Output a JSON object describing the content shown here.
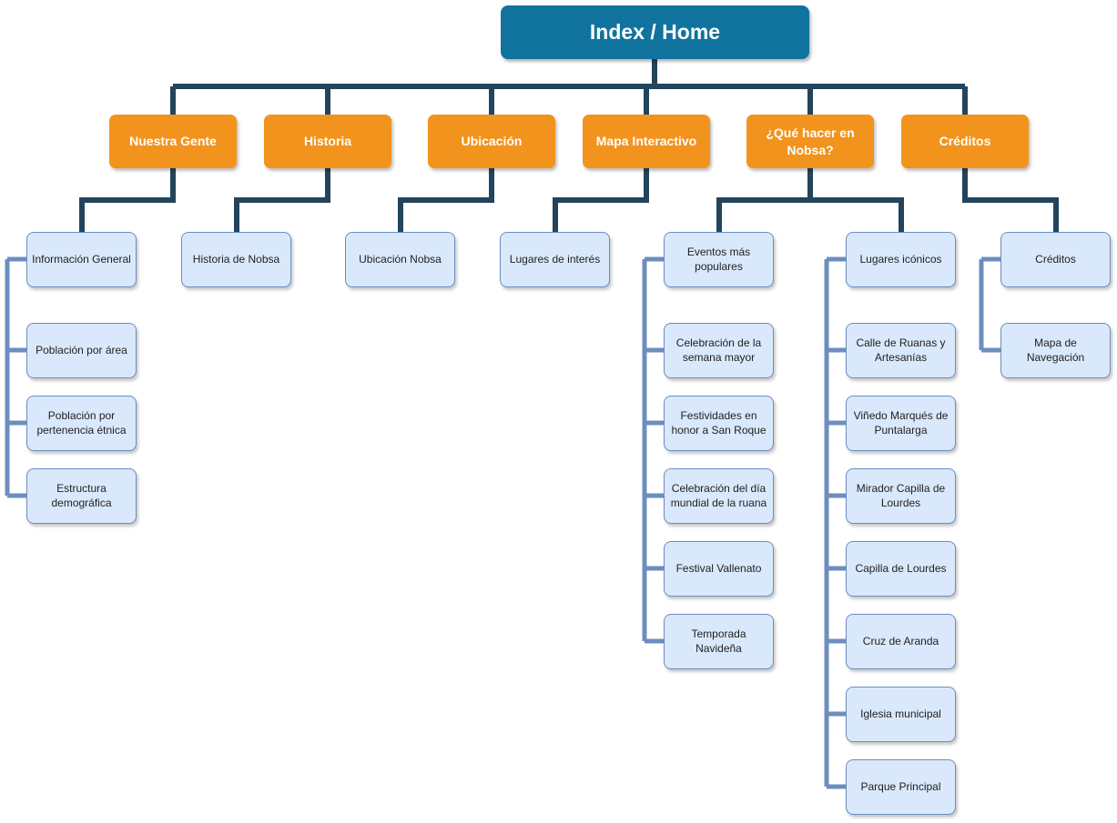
{
  "root": {
    "label": "Index / Home"
  },
  "sections": [
    {
      "label": "Nuestra Gente",
      "children": [
        "Información General",
        "Población por área",
        "Población por pertenencia étnica",
        "Estructura demográfica"
      ]
    },
    {
      "label": "Historia",
      "children": [
        "Historia de Nobsa"
      ]
    },
    {
      "label": "Ubicación",
      "children": [
        "Ubicación Nobsa"
      ]
    },
    {
      "label": "Mapa Interactivo",
      "children": [
        "Lugares de interés"
      ]
    },
    {
      "label": "¿Qué hacer en Nobsa?",
      "groups": [
        {
          "children": [
            "Eventos más populares",
            "Celebración de la semana mayor",
            "Festividades en honor a San Roque",
            "Celebración del día mundial de la ruana",
            "Festival Vallenato",
            "Temporada Navideña"
          ]
        },
        {
          "children": [
            "Lugares icónicos",
            "Calle de Ruanas y Artesanías",
            "Viñedo Marqués de Puntalarga",
            "Mirador Capilla de Lourdes",
            "Capilla de Lourdes",
            "Cruz de Aranda",
            "Iglesia municipal",
            "Parque Principal"
          ]
        }
      ]
    },
    {
      "label": "Créditos",
      "children": [
        "Créditos",
        "Mapa de Navegación"
      ]
    }
  ],
  "colors": {
    "root": "#10739e",
    "section": "#f2931e",
    "leaf_fill": "#dae8fc",
    "leaf_border": "#6c8ebf",
    "trunk_connector": "#23445d",
    "branch_connector": "#6c8ebf"
  }
}
